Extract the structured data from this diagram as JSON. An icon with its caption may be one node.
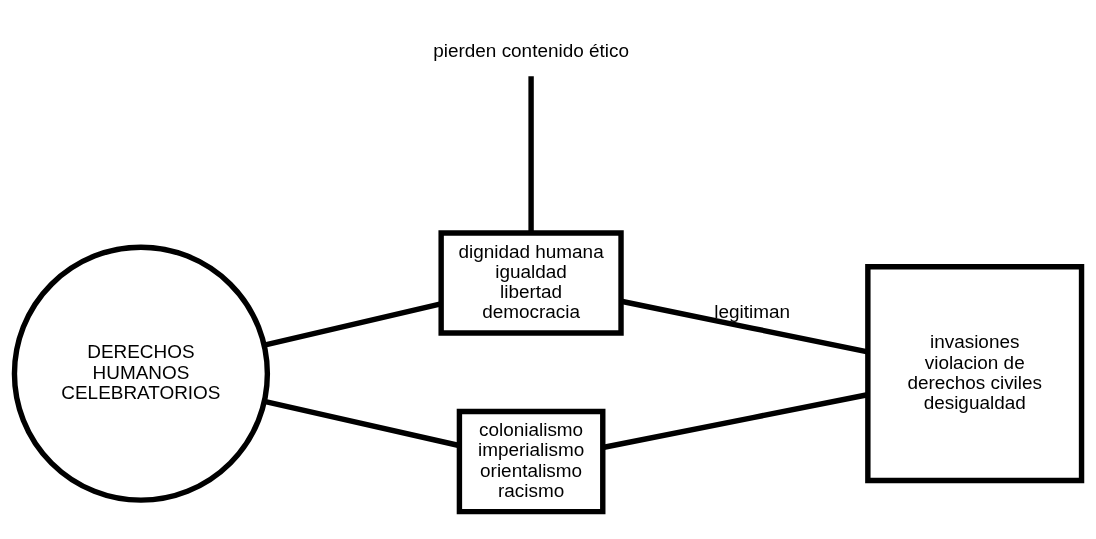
{
  "diagram": {
    "nodes": [
      {
        "text": [
          "DERECHOS HUMANOS CELEBRATORIOS"
        ]
      },
      {
        "text": [
          "dignidad humana",
          "igualdad",
          "libertad",
          "democracia"
        ]
      },
      {
        "text": [
          "colonialismo",
          "imperialismo",
          "orientalismo",
          "racismo"
        ]
      },
      {
        "text": [
          "invasiones",
          "violacion de derechos civiles",
          "desigualdad"
        ]
      },
      {
        "text": [
          "pierden contenido ético"
        ]
      }
    ],
    "edges": [
      {
        "from": 0,
        "to": 1,
        "arrow": "none"
      },
      {
        "from": 0,
        "to": 2,
        "arrow": "none"
      },
      {
        "from": 1,
        "to": 3,
        "arrow": "none",
        "label": "legitiman"
      },
      {
        "from": 2,
        "to": 3,
        "arrow": "none"
      },
      {
        "from": 4,
        "to": 1,
        "arrow": "none"
      }
    ]
  }
}
